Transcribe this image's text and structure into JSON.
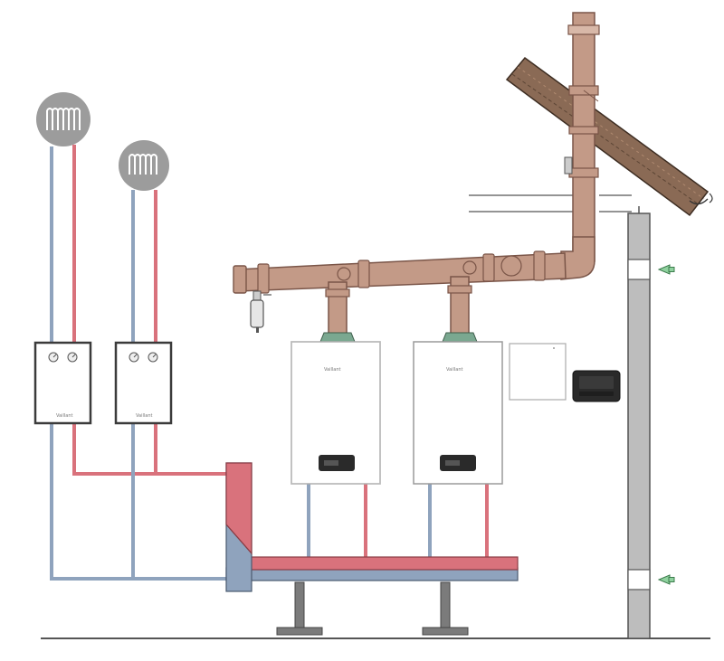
{
  "diagram": {
    "boilers": [
      {
        "brand": "Vaillant"
      },
      {
        "brand": "Vaillant"
      }
    ],
    "cylinders": [
      {
        "brand": "Vaillant"
      },
      {
        "brand": "Vaillant"
      }
    ],
    "colors": {
      "flow_red": "#d9727c",
      "return_blue": "#8fa3bd",
      "flue_brown": "#c39a87",
      "flue_outline": "#7a5548",
      "unit_outline": "#3b3b3b",
      "floor_line": "#555555",
      "wall_grey": "#b9b9b9",
      "radiator_grey": "#9c9c9c",
      "roof_brown": "#8a6a55",
      "controller_dark": "#2a2a2a"
    },
    "icons": [
      "radiator-icon",
      "air-inlet-arrow-icon",
      "gauge-icon"
    ]
  }
}
